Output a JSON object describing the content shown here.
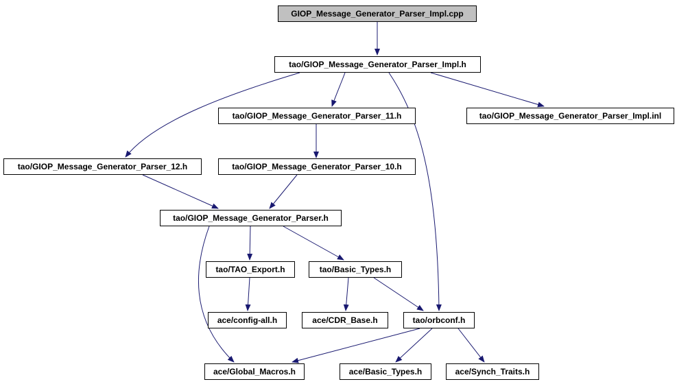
{
  "diagram": {
    "type": "include-dependency-graph",
    "edge_color": "#191970",
    "node_border_color": "#000000",
    "node_fill": "#ffffff",
    "root_node_fill": "#c0c0c0",
    "nodes": [
      {
        "id": "impl-cpp",
        "label": "GIOP_Message_Generator_Parser_Impl.cpp"
      },
      {
        "id": "impl-h",
        "label": "tao/GIOP_Message_Generator_Parser_Impl.h"
      },
      {
        "id": "parser-11-h",
        "label": "tao/GIOP_Message_Generator_Parser_11.h"
      },
      {
        "id": "impl-inl",
        "label": "tao/GIOP_Message_Generator_Parser_Impl.inl"
      },
      {
        "id": "parser-12-h",
        "label": "tao/GIOP_Message_Generator_Parser_12.h"
      },
      {
        "id": "parser-10-h",
        "label": "tao/GIOP_Message_Generator_Parser_10.h"
      },
      {
        "id": "parser-h",
        "label": "tao/GIOP_Message_Generator_Parser.h"
      },
      {
        "id": "tao-export-h",
        "label": "tao/TAO_Export.h"
      },
      {
        "id": "tao-basic-types-h",
        "label": "tao/Basic_Types.h"
      },
      {
        "id": "config-all-h",
        "label": "ace/config-all.h"
      },
      {
        "id": "cdr-base-h",
        "label": "ace/CDR_Base.h"
      },
      {
        "id": "orbconf-h",
        "label": "tao/orbconf.h"
      },
      {
        "id": "global-macros-h",
        "label": "ace/Global_Macros.h"
      },
      {
        "id": "ace-basic-types-h",
        "label": "ace/Basic_Types.h"
      },
      {
        "id": "synch-traits-h",
        "label": "ace/Synch_Traits.h"
      }
    ],
    "edges": [
      {
        "from": "impl-cpp",
        "to": "impl-h"
      },
      {
        "from": "impl-h",
        "to": "parser-11-h"
      },
      {
        "from": "impl-h",
        "to": "impl-inl"
      },
      {
        "from": "impl-h",
        "to": "parser-12-h"
      },
      {
        "from": "impl-h",
        "to": "orbconf-h"
      },
      {
        "from": "parser-11-h",
        "to": "parser-10-h"
      },
      {
        "from": "parser-12-h",
        "to": "parser-h"
      },
      {
        "from": "parser-10-h",
        "to": "parser-h"
      },
      {
        "from": "parser-h",
        "to": "tao-export-h"
      },
      {
        "from": "parser-h",
        "to": "tao-basic-types-h"
      },
      {
        "from": "parser-h",
        "to": "global-macros-h"
      },
      {
        "from": "tao-export-h",
        "to": "config-all-h"
      },
      {
        "from": "tao-basic-types-h",
        "to": "cdr-base-h"
      },
      {
        "from": "tao-basic-types-h",
        "to": "orbconf-h"
      },
      {
        "from": "orbconf-h",
        "to": "global-macros-h"
      },
      {
        "from": "orbconf-h",
        "to": "ace-basic-types-h"
      },
      {
        "from": "orbconf-h",
        "to": "synch-traits-h"
      }
    ]
  }
}
